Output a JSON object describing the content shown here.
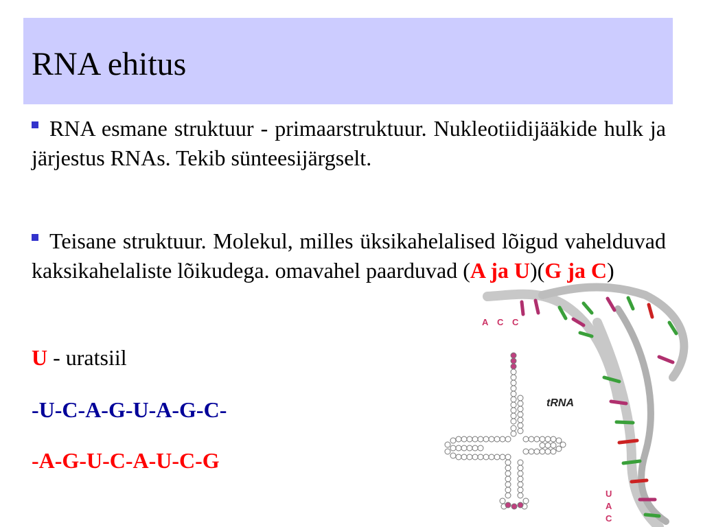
{
  "slide": {
    "title": "RNA ehitus",
    "bullets": [
      {
        "text": "RNA esmane struktuur - primaarstruktuur. Nukleotiidijääkide hulk ja järjestus RNAs. Tekib sünteesijärgselt."
      },
      {
        "text_before": "Teisane struktuur. Molekul, milles üksikahelalised lõigud vahelduvad kaksikahelaliste lõikudega. omavahel paarduvad (",
        "pair1": "A ja U",
        "middle": ")(",
        "pair2": "G ja C",
        "text_after": ")"
      }
    ],
    "uracil_letter": "U",
    "uracil_text": " - uratsiil",
    "sequence_1": "-U-C-A-G-U-A-G-C-",
    "sequence_2": "-A-G-U-C-A-U-C-G"
  },
  "illustration": {
    "name": "tRNA",
    "acceptor_letters": [
      "A",
      "C",
      "C"
    ],
    "anticodon_letters": [
      "U",
      "A",
      "C"
    ]
  },
  "colors": {
    "title_bg": "#ccccff",
    "bullet": "#3333cc",
    "highlight_red": "#ff0000",
    "sequence_blue": "#000099"
  }
}
